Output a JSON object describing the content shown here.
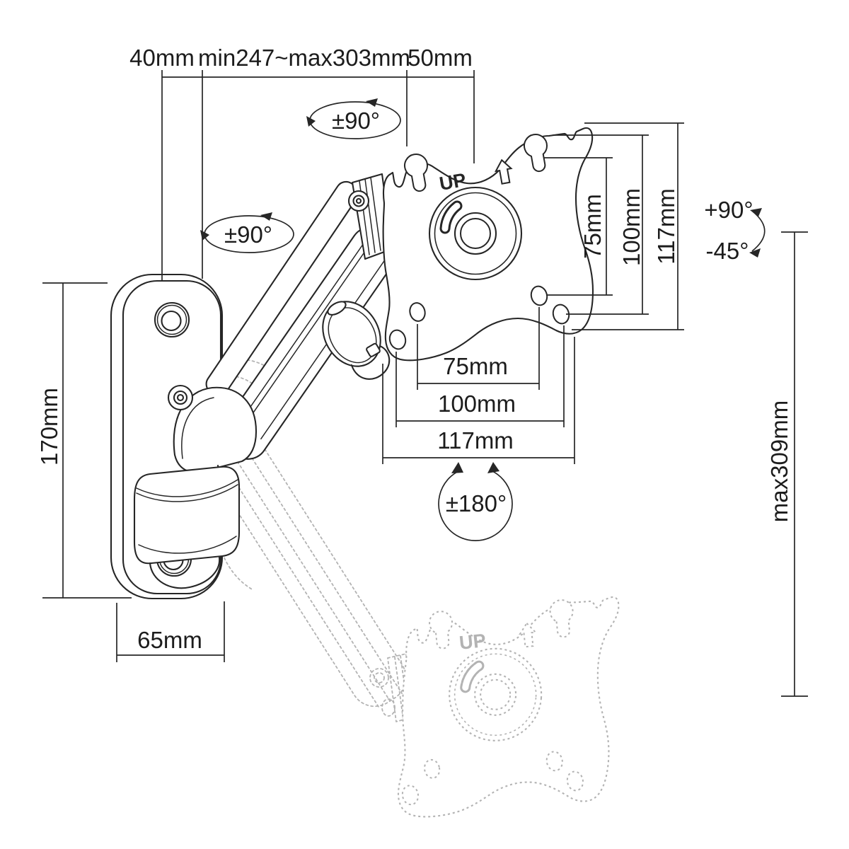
{
  "title": "Monitor wall-mount arm dimensional drawing",
  "colors": {
    "line": "#262626",
    "ghost": "#b3b3b3",
    "text": "#1c1c1c",
    "background": "#ffffff"
  },
  "dimensions": {
    "top_left": "40mm",
    "top_range": "min247~max303mm",
    "top_right": "50mm",
    "wall_plate_height": "170mm",
    "wall_plate_width": "65mm",
    "max_height": "max309mm",
    "vesa_vertical": [
      "75mm",
      "100mm",
      "117mm"
    ],
    "vesa_horizontal": [
      "75mm",
      "100mm",
      "117mm"
    ]
  },
  "rotations": {
    "top_swivel": "±90°",
    "arm_swivel": "±90°",
    "plate_rotation": "±180°",
    "tilt_up": "+90°",
    "tilt_down": "-45°"
  },
  "plate": {
    "up_label": "UP"
  },
  "ghost": {
    "up_label": "UP"
  }
}
